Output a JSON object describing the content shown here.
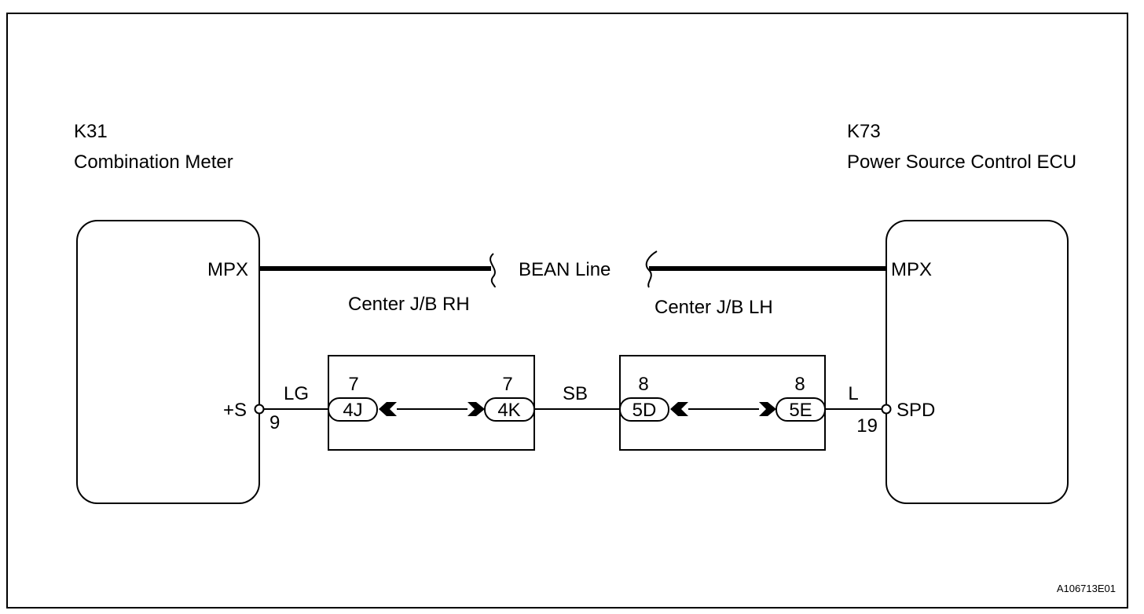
{
  "left_ecu": {
    "code": "K31",
    "name": "Combination Meter",
    "mpx_label": "MPX",
    "signal_label": "+S",
    "pin": "9"
  },
  "right_ecu": {
    "code": "K73",
    "name": "Power Source Control ECU",
    "mpx_label": "MPX",
    "signal_label": "SPD",
    "pin": "19"
  },
  "bean_line_label": "BEAN Line",
  "left_jb": {
    "name": "Center J/B RH",
    "in_pin": "7",
    "in_connector": "4J",
    "out_pin": "7",
    "out_connector": "4K"
  },
  "right_jb": {
    "name": "Center J/B LH",
    "in_pin": "8",
    "in_connector": "5D",
    "out_pin": "8",
    "out_connector": "5E"
  },
  "wires": {
    "left": "LG",
    "middle": "SB",
    "right": "L"
  },
  "figure_id": "A106713E01"
}
